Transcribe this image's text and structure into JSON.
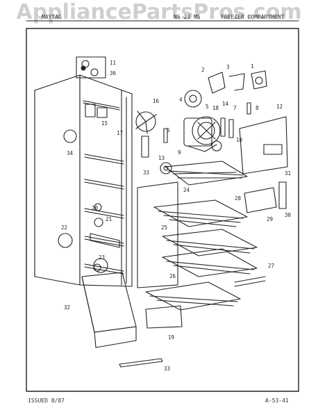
{
  "watermark": "AppliancePartsPros.com",
  "header": {
    "left": "MAYTAG",
    "middle": "NS 23 MS",
    "right": "FREEZER COMPARTMENT"
  },
  "footer": {
    "issued": "ISSUED 8/87",
    "code": "A-53-41"
  },
  "callouts": [
    "1",
    "2",
    "3",
    "4",
    "5",
    "6",
    "7",
    "8",
    "9",
    "10",
    "11",
    "12",
    "13",
    "14",
    "15",
    "16",
    "17",
    "18",
    "19",
    "20",
    "21",
    "22",
    "23",
    "24",
    "25",
    "26",
    "27",
    "28",
    "29",
    "30",
    "31",
    "32",
    "33",
    "34",
    "36"
  ]
}
